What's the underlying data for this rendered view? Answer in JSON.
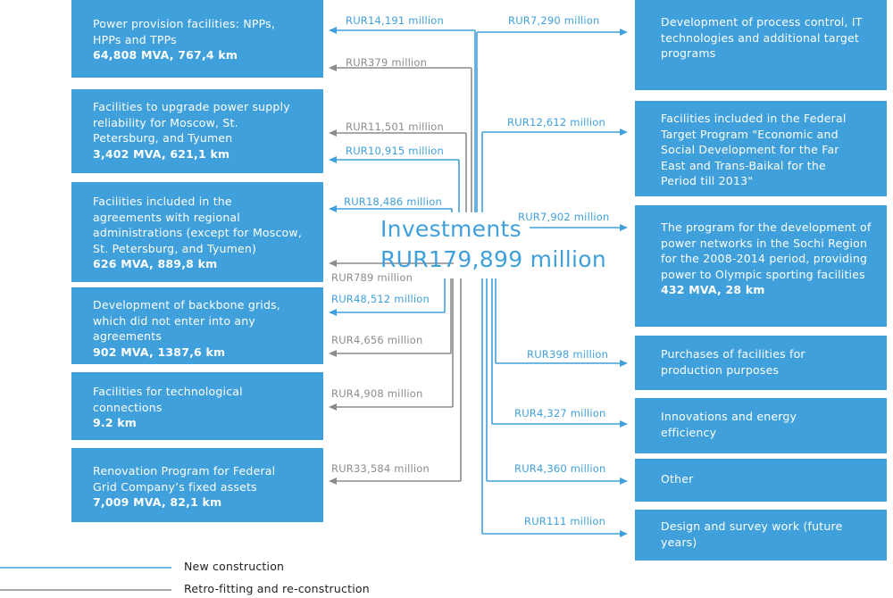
{
  "center": {
    "line1": "Investments",
    "line2": "RUR179,899 million"
  },
  "left_boxes": [
    {
      "desc": "Power provision facilities: NPPs,\nHPPs and TPPs",
      "value": "64,808 MVA, 767,4 km"
    },
    {
      "desc": "Facilities to upgrade power supply\nreliability for Moscow, St.\nPetersburg, and Tyumen",
      "value": "3,402 MVA, 621,1 km"
    },
    {
      "desc": "Facilities included in the\nagreements with regional\nadministrations (except for Moscow,\nSt. Petersburg, and Tyumen)",
      "value": "626 MVA, 889,8 km"
    },
    {
      "desc": "Development of backbone grids,\nwhich did not enter into any\nagreements",
      "value": "902 MVA, 1387,6 km"
    },
    {
      "desc": "Facilities for technological\nconnections",
      "value": "9.2 km"
    },
    {
      "desc": "Renovation Program for Federal\nGrid Company’s fixed assets",
      "value": "7,009 MVA, 82,1 km"
    }
  ],
  "right_boxes": [
    {
      "desc": "Development of process control, IT\ntechnologies and additional target\nprograms",
      "value": ""
    },
    {
      "desc": "Facilities included in the Federal\nTarget Program \"Economic and\nSocial Development for the Far\nEast and Trans-Baikal for the\nPeriod till 2013\"",
      "value": ""
    },
    {
      "desc": "The program for the development of\npower networks in the Sochi Region\nfor the 2008-2014 period, providing\npower to Olympic sporting facilities",
      "value": "432 MVA, 28 km"
    },
    {
      "desc": "Purchases of facilities for\nproduction purposes",
      "value": ""
    },
    {
      "desc": "Innovations and energy\nefficiency",
      "value": ""
    },
    {
      "desc": "Other",
      "value": ""
    },
    {
      "desc": "Design and survey work (future\nyears)",
      "value": ""
    }
  ],
  "flows_left": [
    {
      "label": "RUR14,191  million",
      "kind": "new"
    },
    {
      "label": "RUR379  million",
      "kind": "retro"
    },
    {
      "label": "RUR11,501 million",
      "kind": "retro"
    },
    {
      "label": "RUR10,915 million",
      "kind": "new"
    },
    {
      "label": "RUR18,486  million",
      "kind": "new"
    },
    {
      "label": "RUR789 million",
      "kind": "retro"
    },
    {
      "label": "RUR48,512 million",
      "kind": "new"
    },
    {
      "label": "RUR4,656 million",
      "kind": "retro"
    },
    {
      "label": "RUR4,908 million",
      "kind": "retro"
    },
    {
      "label": "RUR33,584 million",
      "kind": "retro"
    }
  ],
  "flows_right": [
    {
      "label": "RUR7,290  million",
      "kind": "new"
    },
    {
      "label": "RUR12,612 million",
      "kind": "new"
    },
    {
      "label": "RUR7,902 million",
      "kind": "new"
    },
    {
      "label": "RUR398 million",
      "kind": "new"
    },
    {
      "label": "RUR4,327  million",
      "kind": "new"
    },
    {
      "label": "RUR4,360  million",
      "kind": "new"
    },
    {
      "label": "RUR111 million",
      "kind": "new"
    }
  ],
  "legend": [
    {
      "label": "New construction",
      "kind": "new"
    },
    {
      "label": "Retro-fitting and re-construction",
      "kind": "retro"
    }
  ],
  "colors": {
    "box": "#3fa0dc",
    "new": "#3fa0dc",
    "retro": "#8c8c8c"
  }
}
